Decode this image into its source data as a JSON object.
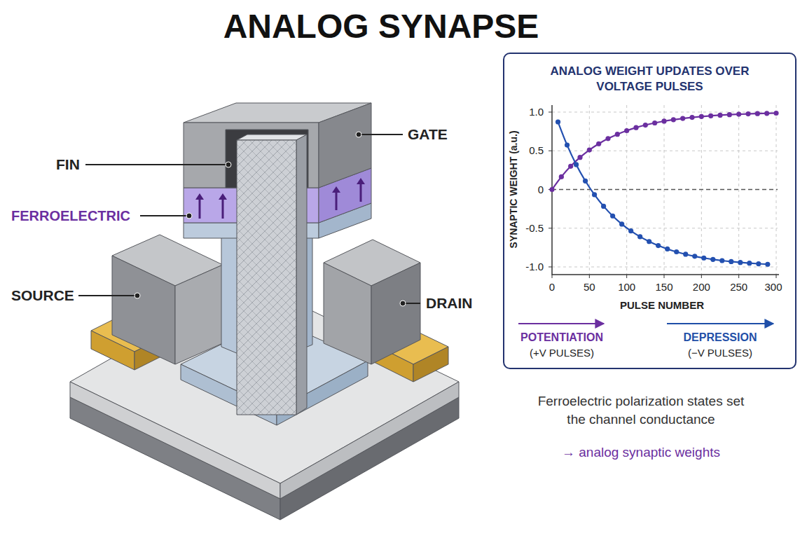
{
  "diagram": {
    "title": "ANALOG SYNAPSE",
    "caption": "Ferroelectric polarization states set the channel conductance",
    "nodes": [
      {
        "text": [
          "ANALOG WEIGHT UPDATES OVER VOLTAGE PULSES"
        ]
      }
    ],
    "labels": [
      "GATE",
      "FIN",
      "FERROELECTRIC",
      "SOURCE",
      "DRAIN",
      "SYNAPTIC WEIGHT (a.u.)",
      "1.0",
      "0.5",
      "0",
      "-0.5",
      "-1.0",
      "0",
      "50",
      "100",
      "150",
      "200",
      "250",
      "300",
      "PULSE NUMBER",
      "POTENTIATION",
      "(+V PULSES)",
      "DEPRESSION",
      "(−V PULSES)",
      "→ analog synaptic weights"
    ]
  }
}
